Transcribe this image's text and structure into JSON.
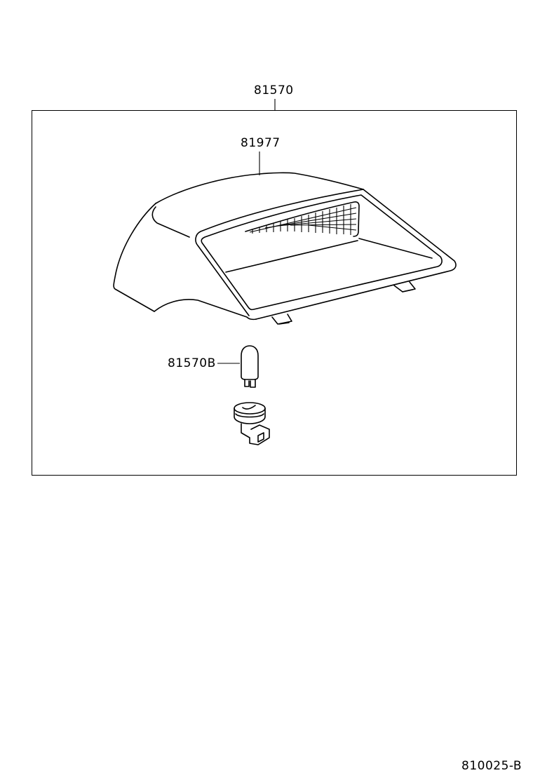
{
  "diagram": {
    "type": "parts-exploded-view",
    "subject": "High mount stop lamp assembly",
    "colors": {
      "line": "#000000",
      "background": "#ffffff"
    },
    "callouts": [
      {
        "id": "assembly",
        "part_number": "81570",
        "target": "Lamp assembly (frame)"
      },
      {
        "id": "cover",
        "part_number": "81977",
        "target": "Lamp cover / housing"
      },
      {
        "id": "bulb",
        "part_number": "81570B",
        "target": "Wedge bulb"
      }
    ],
    "unlabeled_parts": [
      {
        "id": "socket",
        "description": "Bulb socket"
      }
    ],
    "figure_code": "810025-B"
  }
}
